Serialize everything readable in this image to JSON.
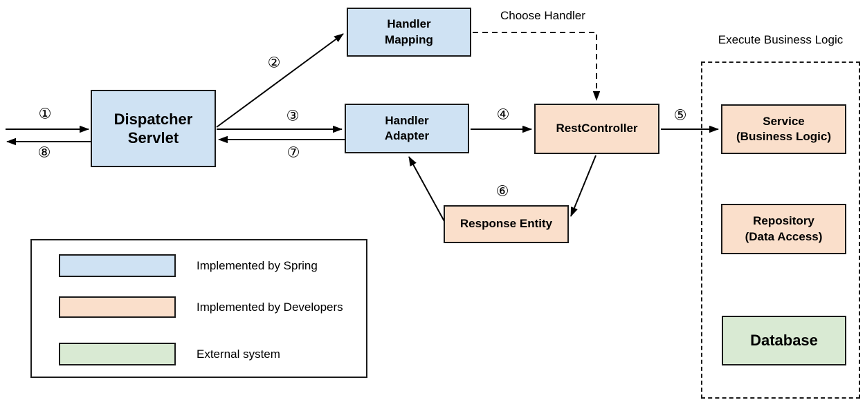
{
  "colors": {
    "spring": "#cfe2f3",
    "developers": "#fadfcb",
    "external": "#d9ead3"
  },
  "nodes": {
    "dispatcher_servlet": "Dispatcher\nServlet",
    "handler_mapping": "Handler\nMapping",
    "handler_adapter": "Handler\nAdapter",
    "rest_controller": "RestController",
    "response_entity": "Response Entity",
    "service": "Service\n(Business Logic)",
    "repository": "Repository\n(Data Access)",
    "database": "Database"
  },
  "annotations": {
    "choose_handler": "Choose Handler",
    "execute_business_logic": "Execute Business Logic"
  },
  "steps": {
    "s1": "①",
    "s2": "②",
    "s3": "③",
    "s4": "④",
    "s5": "⑤",
    "s6": "⑥",
    "s7": "⑦",
    "s8": "⑧"
  },
  "legend": {
    "items": [
      {
        "label": "Implemented by Spring",
        "color_key": "spring"
      },
      {
        "label": "Implemented by Developers",
        "color_key": "developers"
      },
      {
        "label": "External system",
        "color_key": "external"
      }
    ]
  }
}
